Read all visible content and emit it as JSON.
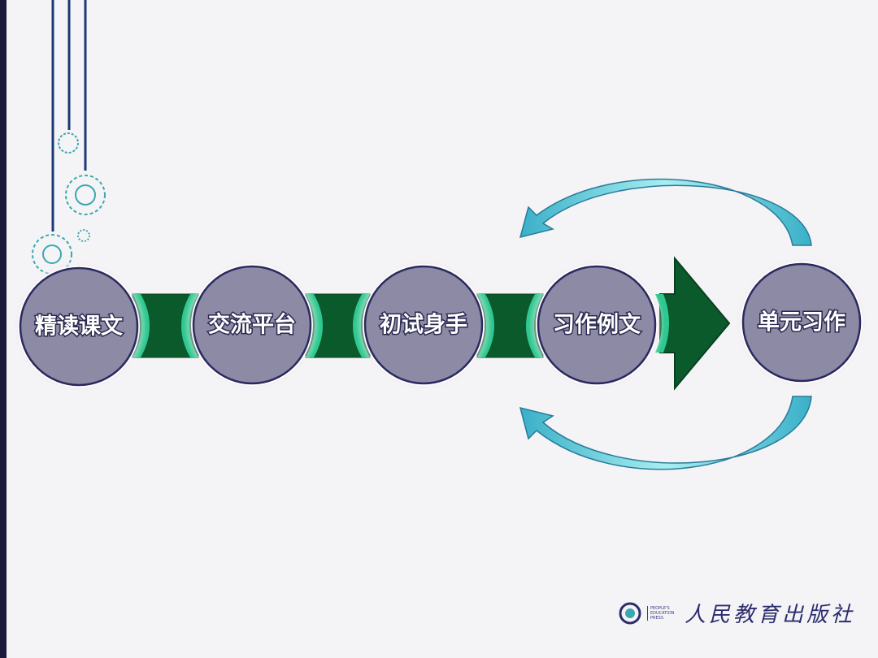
{
  "steps": [
    {
      "label": "精读课文"
    },
    {
      "label": "交流平台"
    },
    {
      "label": "初试身手"
    },
    {
      "label": "习作例文"
    },
    {
      "label": "单元习作"
    }
  ],
  "publisher": {
    "name_cn": "人民教育出版社",
    "name_en": "PEOPLE'S EDUCATION PRESS"
  },
  "colors": {
    "circle": "#8d8aa6",
    "circle_border": "#2a2a60",
    "connector": "#0b5a2c",
    "connector_edge": "#2fc890",
    "loop_arrow": "#5fd0d8"
  }
}
